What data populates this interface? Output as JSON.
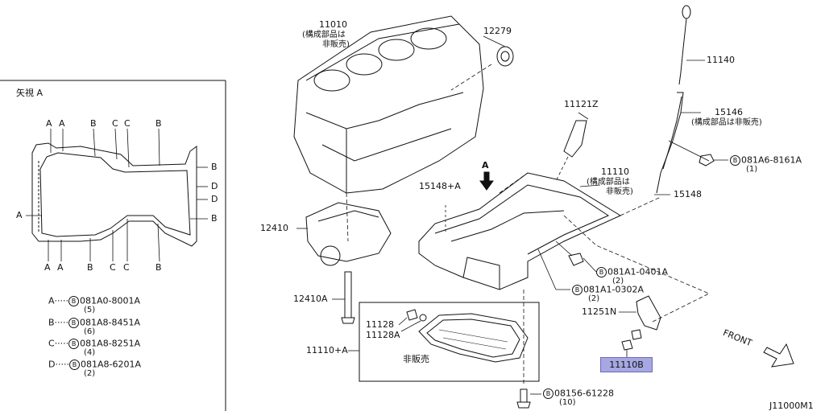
{
  "inset": {
    "title": "矢視 A",
    "top_letters": [
      "A",
      "A",
      "B",
      "C",
      "C",
      "B"
    ],
    "bottom_letters": [
      "A",
      "A",
      "B",
      "C",
      "C",
      "B"
    ],
    "right_letters": [
      "B",
      "D",
      "D",
      "B"
    ],
    "left_letter": "A"
  },
  "legend": [
    {
      "key": "A",
      "code": "081A0-8001A",
      "qty": "(5)"
    },
    {
      "key": "B",
      "code": "081A8-8451A",
      "qty": "(6)"
    },
    {
      "key": "C",
      "code": "081A8-8251A",
      "qty": "(4)"
    },
    {
      "key": "D",
      "code": "081A8-6201A",
      "qty": "(2)"
    }
  ],
  "legend_circle": "B",
  "legend_sep": "·····",
  "parts": {
    "p11010": "11010",
    "p11010_note1": "(構成部品は",
    "p11010_note2": "非販売)",
    "p12279": "12279",
    "p11140": "11140",
    "p15146": "15146",
    "p15146_note": "(構成部品は非販売)",
    "p11121z": "11121Z",
    "bolt_8161": "081A6-8161A",
    "bolt_8161_qty": "(1)",
    "p15148a": "15148+A",
    "p11110": "11110",
    "p11110_note1": "(構成部品は",
    "p11110_note2": "非販売)",
    "p15148": "15148",
    "p12410": "12410",
    "bolt_0401": "081A1-0401A",
    "bolt_0401_qty": "(2)",
    "bolt_0302": "081A1-0302A",
    "bolt_0302_qty": "(2)",
    "p12410a": "12410A",
    "p11128": "11128",
    "p11128a": "11128A",
    "p11251n": "11251N",
    "p11110a": "11110+A",
    "not_sold": "非販売",
    "p11110b": "11110B",
    "bolt_61228": "08156-61228",
    "bolt_61228_qty": "(10)",
    "arrow_a": "A",
    "front": "FRONT",
    "diagram_id": "J11000M1"
  }
}
